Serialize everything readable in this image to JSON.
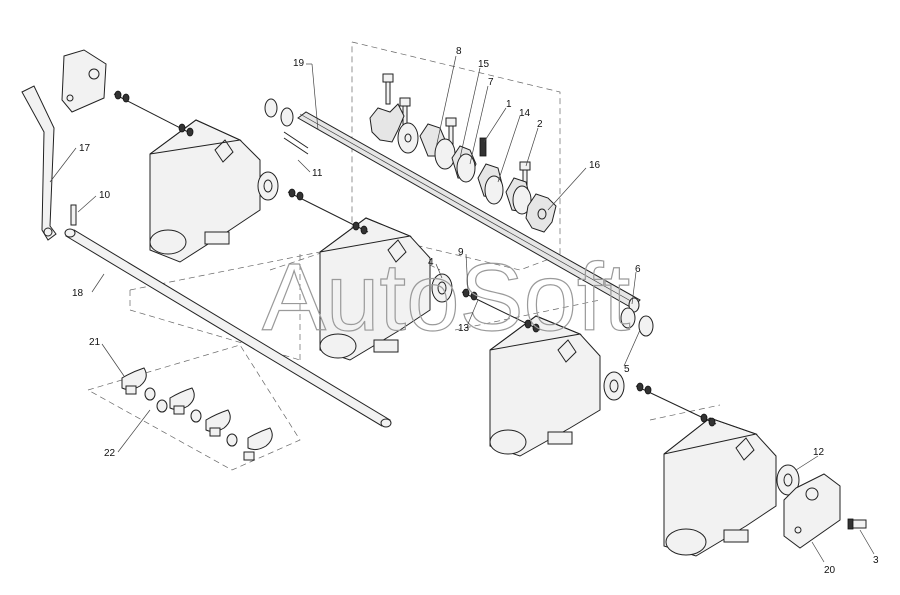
{
  "watermark": "AutoSoft",
  "callouts": [
    {
      "id": "c8",
      "text": "8"
    },
    {
      "id": "c15",
      "text": "15"
    },
    {
      "id": "c7",
      "text": "7"
    },
    {
      "id": "c1",
      "text": "1"
    },
    {
      "id": "c14",
      "text": "14"
    },
    {
      "id": "c2",
      "text": "2"
    },
    {
      "id": "c16",
      "text": "16"
    },
    {
      "id": "c19",
      "text": "19"
    },
    {
      "id": "c11",
      "text": "11"
    },
    {
      "id": "c17",
      "text": "17"
    },
    {
      "id": "c10",
      "text": "10"
    },
    {
      "id": "c18",
      "text": "18"
    },
    {
      "id": "c9",
      "text": "9"
    },
    {
      "id": "c4",
      "text": "4"
    },
    {
      "id": "c13",
      "text": "13"
    },
    {
      "id": "c6",
      "text": "6"
    },
    {
      "id": "c5",
      "text": "5"
    },
    {
      "id": "c21",
      "text": "21"
    },
    {
      "id": "c22",
      "text": "22"
    },
    {
      "id": "c12",
      "text": "12"
    },
    {
      "id": "c20",
      "text": "20"
    },
    {
      "id": "c3",
      "text": "3"
    }
  ]
}
